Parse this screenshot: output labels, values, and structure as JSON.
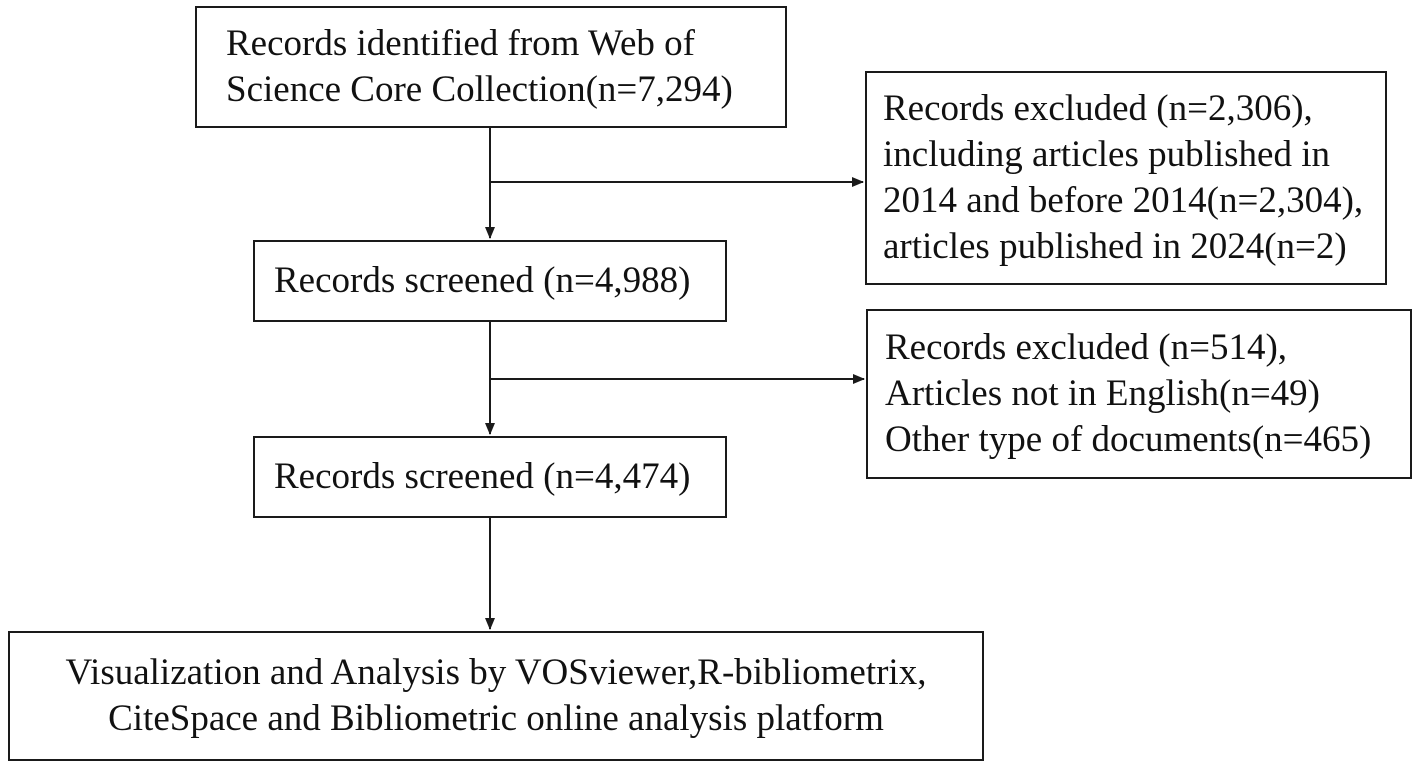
{
  "flowchart": {
    "identified": {
      "lines": [
        "Records identified from Web of",
        "Science Core Collection(n=7,294)"
      ]
    },
    "excluded_1": {
      "lines": [
        "Records excluded (n=2,306),",
        "including articles published in",
        "2014 and before 2014(n=2,304),",
        "articles published in 2024(n=2)"
      ]
    },
    "screened_1": {
      "lines": [
        "Records screened (n=4,988)"
      ]
    },
    "excluded_2": {
      "lines": [
        "Records excluded (n=514),",
        "Articles not in English(n=49)",
        "Other type of documents(n=465)"
      ]
    },
    "screened_2": {
      "lines": [
        "Records screened (n=4,474)"
      ]
    },
    "final": {
      "lines": [
        "Visualization and Analysis by VOSviewer,R-bibliometrix,",
        "CiteSpace and Bibliometric online analysis platform"
      ]
    }
  },
  "colors": {
    "stroke": "#1a1a1a",
    "text": "#111111",
    "background": "#ffffff"
  }
}
